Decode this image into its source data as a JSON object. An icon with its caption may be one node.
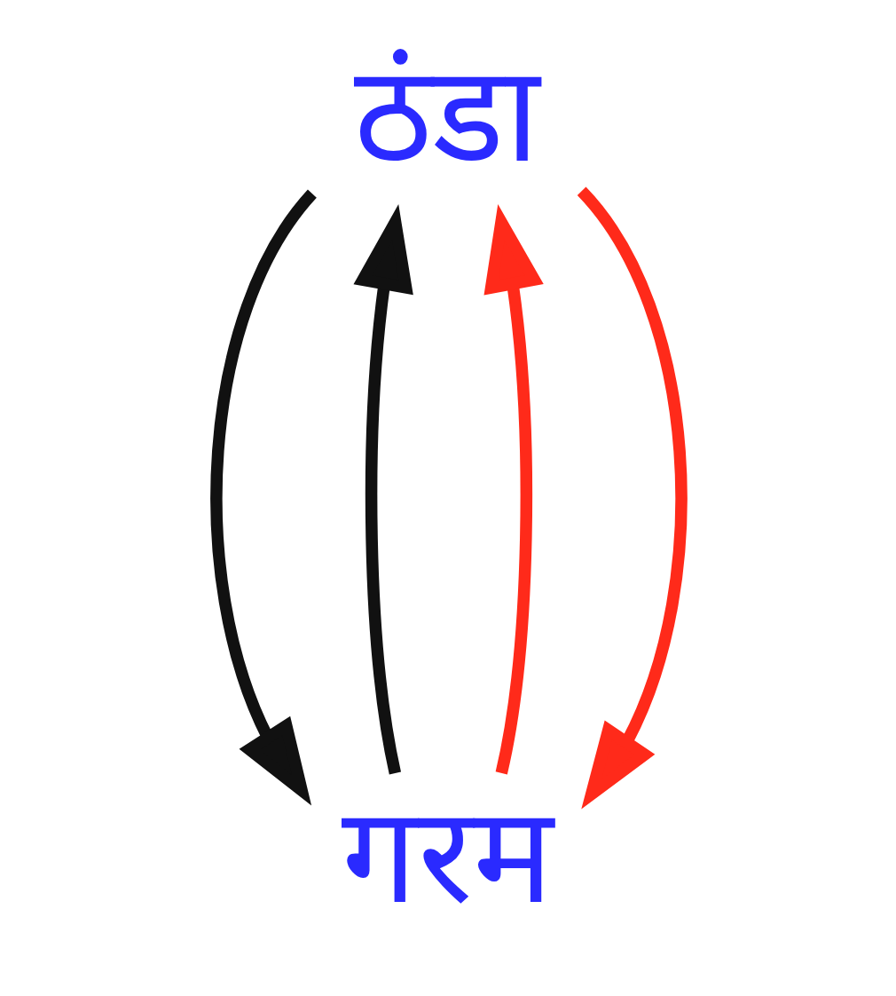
{
  "diagram": {
    "nodes": [
      {
        "text": [
          "ठंडा"
        ]
      },
      {
        "text": [
          "गरम"
        ]
      }
    ],
    "edges": [
      {
        "from": 0,
        "to": 1,
        "arrow": "to"
      },
      {
        "from": 1,
        "to": 0,
        "arrow": "to"
      },
      {
        "from": 1,
        "to": 0,
        "arrow": "to",
        "color": "#ff2a1a"
      },
      {
        "from": 0,
        "to": 1,
        "arrow": "to",
        "color": "#ff2a1a"
      }
    ]
  }
}
